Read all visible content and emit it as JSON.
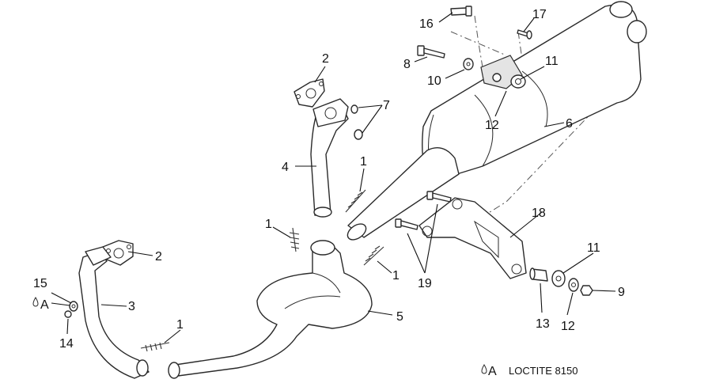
{
  "callouts": {
    "c1a": "1",
    "c1b": "1",
    "c1c": "1",
    "c1d": "1",
    "c2a": "2",
    "c2b": "2",
    "c3": "3",
    "c4": "4",
    "c5": "5",
    "c6": "6",
    "c7": "7",
    "c8": "8",
    "c9": "9",
    "c10": "10",
    "c11a": "11",
    "c11b": "11",
    "c12a": "12",
    "c12b": "12",
    "c13": "13",
    "c14": "14",
    "c15": "15",
    "c16": "16",
    "c17": "17",
    "c18": "18",
    "c19": "19"
  },
  "loctite": {
    "mark": "A",
    "text": "LOCTITE 8150"
  },
  "colors": {
    "line": "#2a2a2a",
    "shade": "#e4e4e4",
    "background": "#ffffff"
  }
}
